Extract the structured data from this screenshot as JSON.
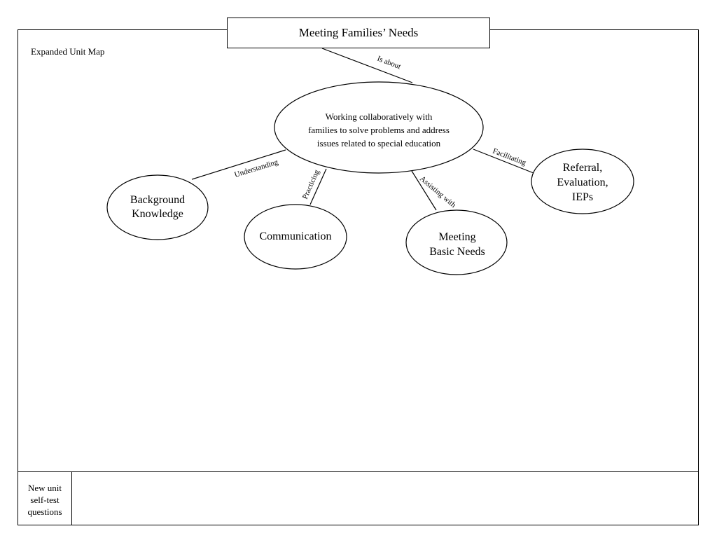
{
  "title": "Meeting Families’ Needs",
  "unit_map_label": "Expanded Unit Map",
  "self_test_label": "New unit\nself-test\nquestions",
  "nodes": {
    "center": "Working collaboratively with\nfamilies to solve problems and address\nissues related to special education",
    "background_knowledge": "Background\nKnowledge",
    "communication": "Communication",
    "meeting_basic_needs": "Meeting\nBasic Needs",
    "referral": "Referral,\nEvaluation,\nIEPs"
  },
  "edges": {
    "is_about": "Is about",
    "understanding": "Understanding",
    "practicing": "Practicing",
    "assisting_with": "Assisting with",
    "facilitating": "Facilitating"
  }
}
